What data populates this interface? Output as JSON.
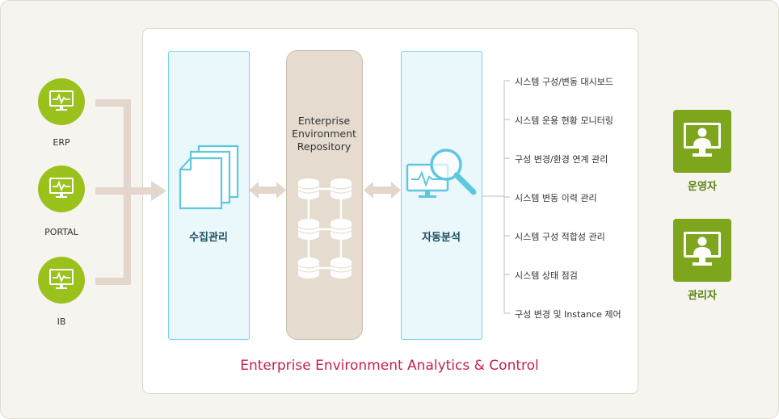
{
  "sources": [
    {
      "label": "ERP",
      "icon": "monitor-pulse-icon"
    },
    {
      "label": "PORTAL",
      "icon": "monitor-pulse-icon"
    },
    {
      "label": "IB",
      "icon": "monitor-pulse-icon"
    }
  ],
  "collection": {
    "title": "수집관리",
    "icon": "documents-icon"
  },
  "repository": {
    "title_lines": [
      "Enterprise",
      "Environment",
      "Repository"
    ],
    "icon": "database-icon"
  },
  "analysis": {
    "title": "자동분석",
    "icon": "monitor-magnifier-icon"
  },
  "functions": [
    "시스템 구성/변동 대시보드",
    "시스템 운용 현황 모니터링",
    "구성 변경/환경 연계 관리",
    "시스템 변동 이력 관리",
    "시스템 구성 적합성 관리",
    "시스템 상태 점검",
    "구성 변경 및 Instance 제어"
  ],
  "roles": [
    {
      "label": "운영자",
      "icon": "user-monitor-icon"
    },
    {
      "label": "관리자",
      "icon": "user-monitor-icon"
    }
  ],
  "footer": "Enterprise Environment Analytics & Control",
  "colors": {
    "source_green": "#9bc11c",
    "role_green": "#7da61c",
    "panel_border": "#7fd1e6",
    "repo_fill": "#e5dccf",
    "footer_red": "#c51f4f",
    "connector": "#e3d6cc"
  }
}
